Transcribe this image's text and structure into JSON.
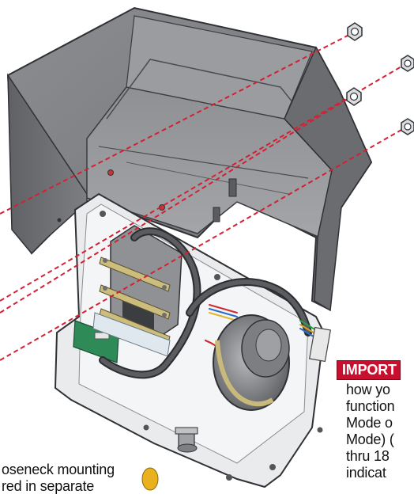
{
  "captions": {
    "left": [
      "oseneck mounting",
      "red in separate"
    ],
    "right_badge": "IMPORT",
    "right": [
      "how yo",
      "function",
      "Mode o",
      "Mode) (",
      "thru 18",
      "indicat"
    ]
  },
  "colors": {
    "housing": "#7d7f83",
    "housing_dark": "#55575b",
    "plate": "#eceeef",
    "dash_line": "#d42034",
    "badge": "#c8102e",
    "strap": "#c9b97a",
    "speaker": "#8c8e92",
    "pcb": "#2e8b57"
  },
  "icons": {
    "nut": "hex-nut-icon",
    "speaker": "speaker-icon",
    "pcb": "circuit-board-icon",
    "knob": "knob-icon"
  }
}
